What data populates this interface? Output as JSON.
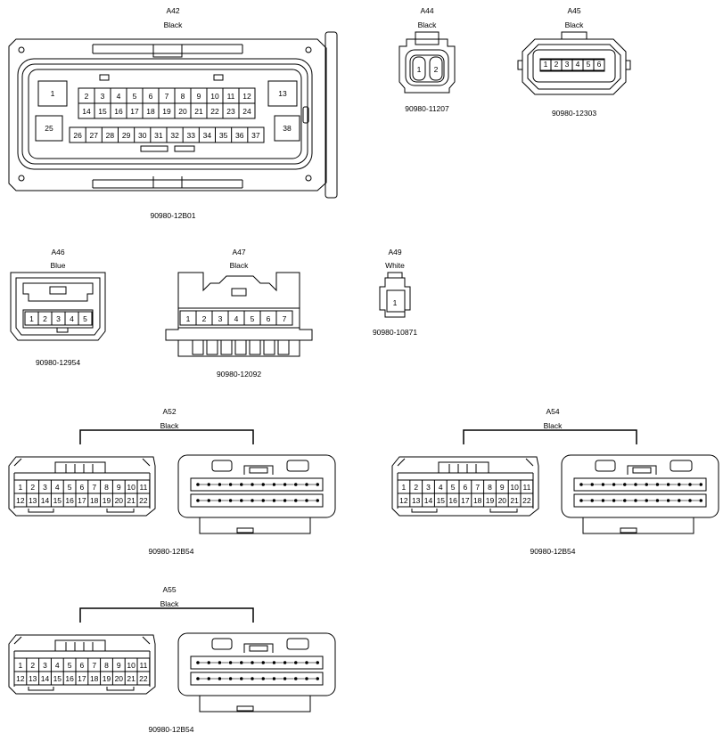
{
  "connectors": [
    {
      "id": "A42",
      "color": "Black",
      "part": "90980-12B01",
      "pins_row1": [
        "2",
        "3",
        "4",
        "5",
        "6",
        "7",
        "8",
        "9",
        "10",
        "11",
        "12"
      ],
      "pins_row2": [
        "14",
        "15",
        "16",
        "17",
        "18",
        "19",
        "20",
        "21",
        "22",
        "23",
        "24"
      ],
      "pins_row3": [
        "26",
        "27",
        "28",
        "29",
        "30",
        "31",
        "32",
        "33",
        "34",
        "35",
        "36",
        "37"
      ],
      "corner_pins": [
        "1",
        "13",
        "25",
        "38"
      ]
    },
    {
      "id": "A44",
      "color": "Black",
      "part": "90980-11207",
      "pins": [
        "1",
        "2"
      ]
    },
    {
      "id": "A45",
      "color": "Black",
      "part": "90980-12303",
      "pins": [
        "1",
        "2",
        "3",
        "4",
        "5",
        "6"
      ]
    },
    {
      "id": "A46",
      "color": "Blue",
      "part": "90980-12954",
      "pins": [
        "1",
        "2",
        "3",
        "4",
        "5"
      ]
    },
    {
      "id": "A47",
      "color": "Black",
      "part": "90980-12092",
      "pins": [
        "1",
        "2",
        "3",
        "4",
        "5",
        "6",
        "7"
      ]
    },
    {
      "id": "A49",
      "color": "White",
      "part": "90980-10871",
      "pins": [
        "1"
      ]
    },
    {
      "id": "A52",
      "color": "Black",
      "part": "90980-12B54"
    },
    {
      "id": "A54",
      "color": "Black",
      "part": "90980-12B54"
    },
    {
      "id": "A55",
      "color": "Black",
      "part": "90980-12B54"
    }
  ],
  "b54_pins_row1": [
    "1",
    "2",
    "3",
    "4",
    "5",
    "6",
    "7",
    "8",
    "9",
    "10",
    "11"
  ],
  "b54_pins_row2": [
    "12",
    "13",
    "14",
    "15",
    "16",
    "17",
    "18",
    "19",
    "20",
    "21",
    "22"
  ]
}
